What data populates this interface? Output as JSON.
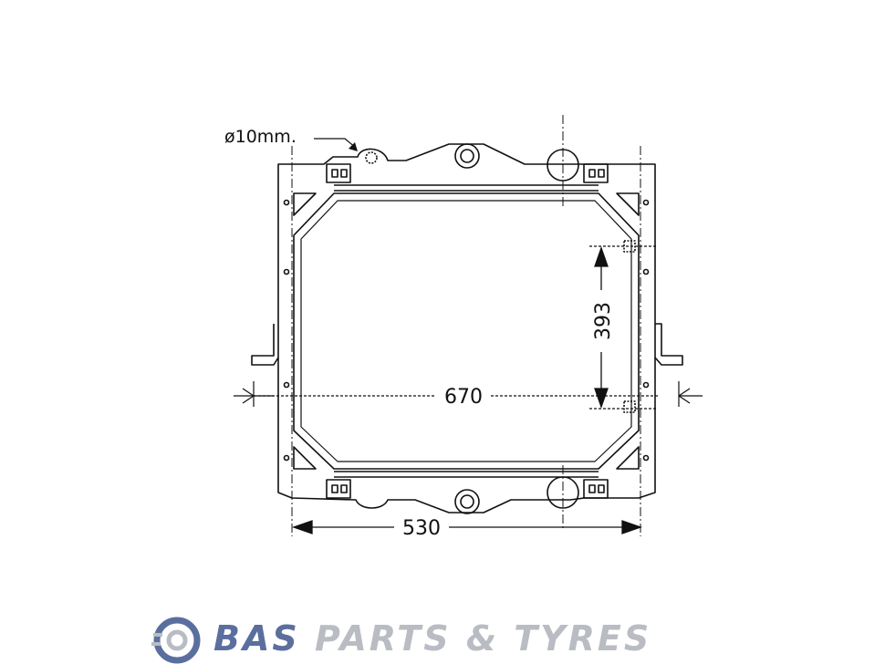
{
  "diagram": {
    "hole_note": "ø10mm.",
    "dim_width_core": "670",
    "dim_height": "393",
    "dim_width_bottom": "530"
  },
  "logo": {
    "brand": "BAS",
    "tagline": "PARTS & TYRES",
    "colors": {
      "brand": "#5b6f9e",
      "tagline": "#b9bcc3"
    },
    "icon": "wheel-icon"
  }
}
